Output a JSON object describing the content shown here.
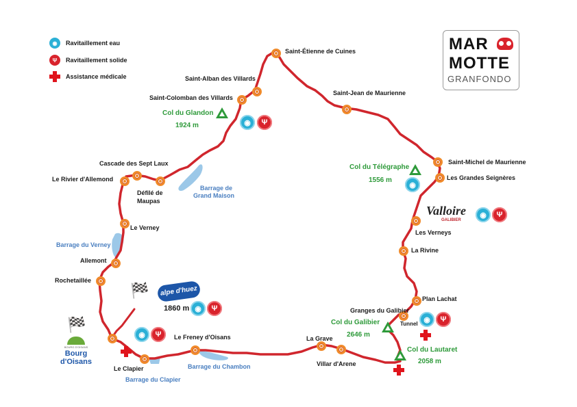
{
  "legend": {
    "water": "Ravitaillement eau",
    "food": "Ravitaillement solide",
    "medical": "Assistance médicale"
  },
  "logo": {
    "line1": "MAR",
    "line2": "MOTTE",
    "line3": "GRANFONDO"
  },
  "places": {
    "st_etienne": "Saint-Étienne de Cuines",
    "st_alban": "Saint-Alban des Villards",
    "st_colomban": "Saint-Colomban des Villards",
    "st_jean": "Saint-Jean de Maurienne",
    "st_michel": "Saint-Michel de Maurienne",
    "grandes_seignieres": "Les Grandes Seignères",
    "cascade": "Cascade des Sept Laux",
    "rivier": "Le Rivier d'Allemond",
    "defile": "Défilé de",
    "maupas": "Maupas",
    "verney": "Le Verney",
    "allemont": "Allemont",
    "rochetaillee": "Rochetaillée",
    "clapier": "Le Clapier",
    "freney": "Le Freney d'Oisans",
    "la_grave": "La Grave",
    "villar": "Villar d'Arene",
    "vernays": "Les Verneys",
    "rivine": "La Rivine",
    "plan_lachat": "Plan Lachat",
    "granges": "Granges du Galibier",
    "tunnel": "Tunnel"
  },
  "passes": {
    "glandon": "Col du Glandon",
    "glandon_alt": "1924 m",
    "telegraphe": "Col du Télégraphe",
    "telegraphe_alt": "1556 m",
    "galibier": "Col du Galibier",
    "galibier_alt": "2646 m",
    "lautaret": "Col du Lautaret",
    "lautaret_alt": "2058 m",
    "alpe_alt": "1860 m"
  },
  "lakes": {
    "grand_maison_1": "Barrage de",
    "grand_maison_2": "Grand Maison",
    "verney": "Barrage du Verney",
    "clapier": "Barrage du Clapier",
    "chambon": "Barrage du Chambon"
  },
  "logos": {
    "valloire": "Valloire",
    "galibier": "GALIBIER",
    "alpe": "alpe d'huez",
    "bourg_small": "BOURG D'OISANS",
    "bourg": "Bourg d'Oisans"
  },
  "colors": {
    "route": "#d0262d",
    "point": "#f08a2a",
    "pass": "#2e9a3a",
    "water": "#2bb0d6",
    "food": "#d9232c",
    "lake": "#9cc8e8"
  },
  "icons": [
    "water-drop-icon",
    "fork-knife-icon",
    "medical-cross-icon",
    "mountain-pass-icon",
    "checkered-flag-icon"
  ]
}
